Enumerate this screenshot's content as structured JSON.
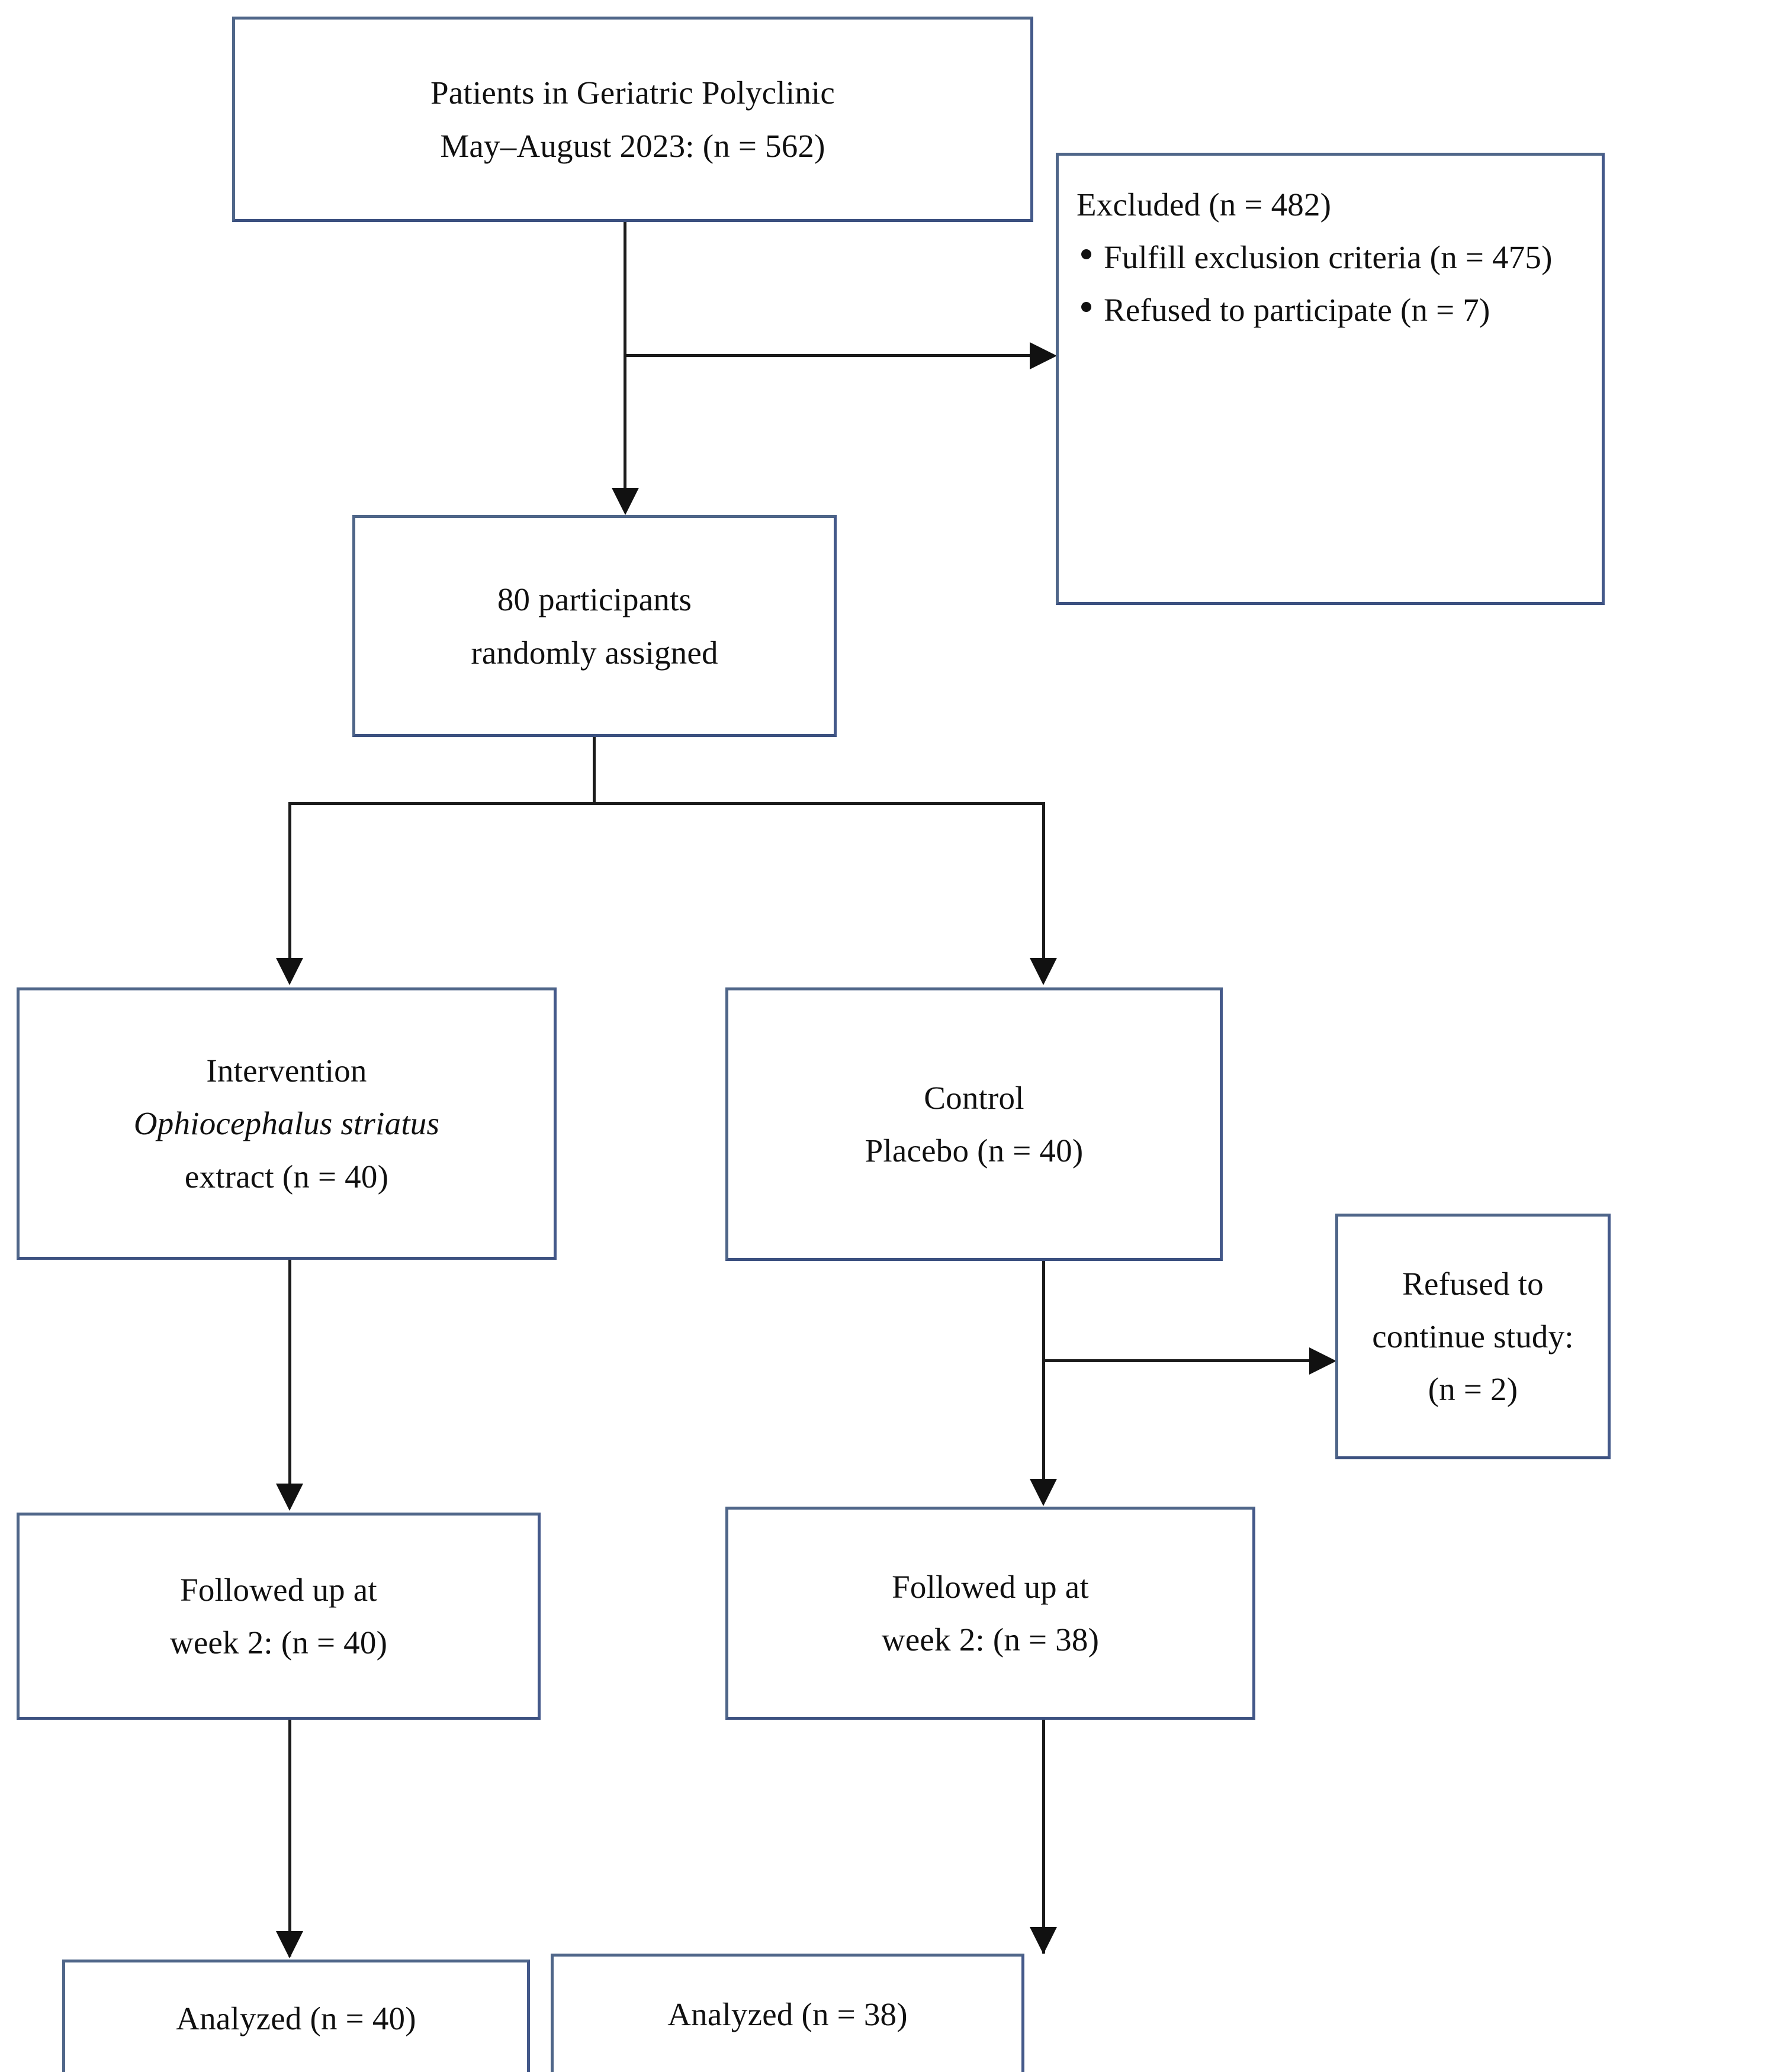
{
  "diagram": {
    "type": "consort-flow-diagram",
    "title": "CONSORT participant flow diagram",
    "accent_border_color": "#4f6689",
    "connector_color": "#1b1b1b",
    "background_color": "#ffffff"
  },
  "nodes": {
    "enrollment": {
      "name": "patients-screened",
      "line1": "Patients in Geriatric Polyclinic",
      "line2": "May–August 2023: (n = 562)",
      "n": 562
    },
    "excluded": {
      "name": "excluded",
      "heading": "Excluded (n = 482)",
      "n": 482,
      "reasons": [
        {
          "text": "Fulfill exclusion criteria (n = 475)",
          "n": 475
        },
        {
          "text": "Refused to participate (n = 7)",
          "n": 7
        }
      ]
    },
    "randomized": {
      "name": "randomized",
      "line1": "80 participants",
      "line2": "randomly assigned",
      "n": 80
    },
    "intervention": {
      "name": "intervention-arm",
      "line1": "Intervention",
      "species": "Ophiocephalus striatus",
      "line3": "extract (n = 40)",
      "n": 40
    },
    "control": {
      "name": "control-arm",
      "line1": "Control",
      "line2": "Placebo (n = 40)",
      "n": 40
    },
    "refused_continue": {
      "name": "refused-to-continue",
      "line1": "Refused to",
      "line2": "continue study:",
      "line3": "(n = 2)",
      "n": 2
    },
    "followup_intervention": {
      "name": "followup-intervention",
      "line1": "Followed up at",
      "line2": "week 2: (n = 40)",
      "n": 40
    },
    "followup_control": {
      "name": "followup-control",
      "line1": "Followed up at",
      "line2": "week 2: (n = 38)",
      "n": 38
    },
    "analyzed_intervention": {
      "name": "analyzed-intervention",
      "line1": "Analyzed (n = 40)",
      "n": 40
    },
    "analyzed_control": {
      "name": "analyzed-control",
      "line1": "Analyzed (n = 38)",
      "n": 38
    }
  },
  "edges": [
    {
      "from": "enrollment",
      "to": "excluded",
      "style": "arrow-right"
    },
    {
      "from": "enrollment",
      "to": "randomized",
      "style": "arrow-down"
    },
    {
      "from": "randomized",
      "to": "intervention",
      "style": "arrow-down-split"
    },
    {
      "from": "randomized",
      "to": "control",
      "style": "arrow-down-split"
    },
    {
      "from": "intervention",
      "to": "followup_intervention",
      "style": "arrow-down"
    },
    {
      "from": "control",
      "to": "refused_continue",
      "style": "arrow-right"
    },
    {
      "from": "control",
      "to": "followup_control",
      "style": "arrow-down"
    },
    {
      "from": "followup_intervention",
      "to": "analyzed_intervention",
      "style": "arrow-down"
    },
    {
      "from": "followup_control",
      "to": "analyzed_control",
      "style": "arrow-down"
    }
  ]
}
